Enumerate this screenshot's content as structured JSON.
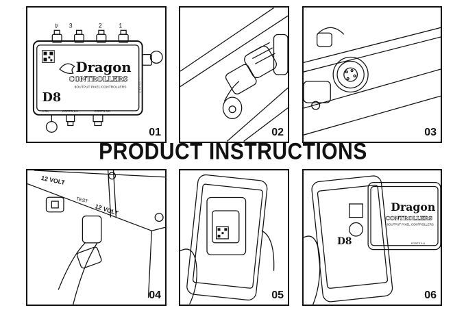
{
  "title": "PRODUCT INSTRUCTIONS",
  "panels": [
    {
      "number": "01"
    },
    {
      "number": "02"
    },
    {
      "number": "03"
    },
    {
      "number": "04"
    },
    {
      "number": "05"
    },
    {
      "number": "06"
    }
  ],
  "device": {
    "brand_line1": "Dragon",
    "brand_line2": "CONTROLLERS",
    "tagline": "8OUTPUT PIXEL CONTROLLERS",
    "model": "D8",
    "port_labels": [
      "4",
      "3",
      "2",
      "1"
    ],
    "ports_left": "PORTS 1-4",
    "ports_right": "PORTS 5-8",
    "voltage": "12 VOLT",
    "test": "TEST",
    "fuse": "1.5A",
    "side_label": "12 VOLT"
  }
}
